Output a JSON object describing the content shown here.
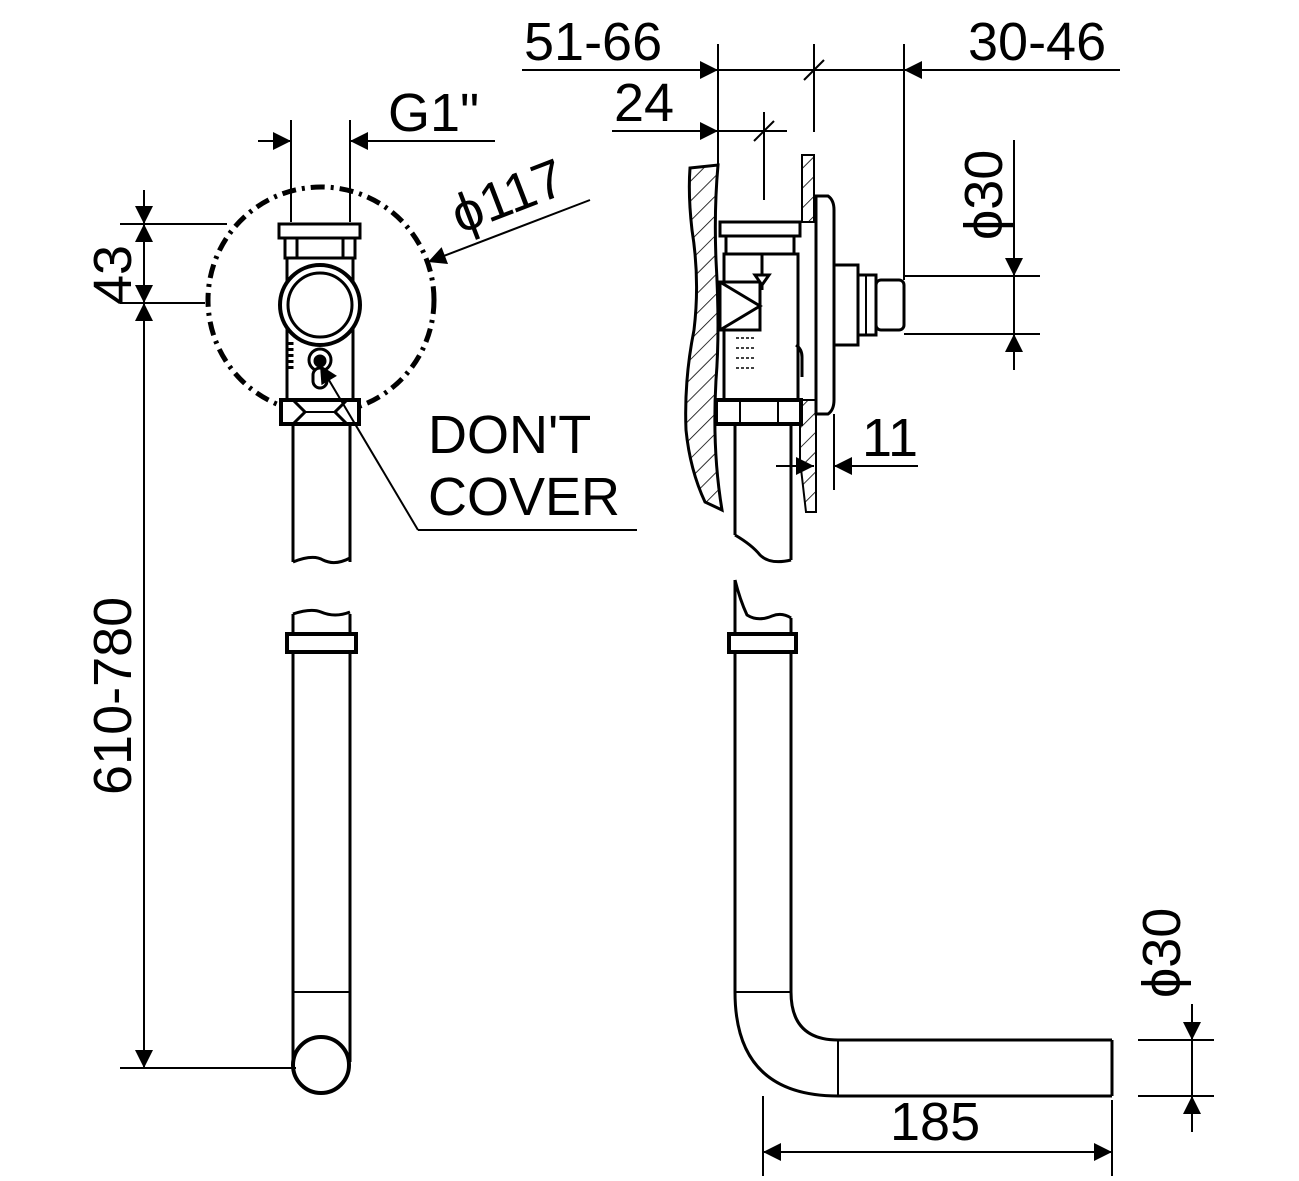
{
  "labels": {
    "g1": "G1\"",
    "dia_circle": "ϕ117",
    "h_43": "43",
    "h_total": "610-780",
    "dont": "DON'T",
    "cover": "COVER",
    "top_5166": "51-66",
    "top_3046": "30-46",
    "top_24": "24",
    "dia_30_top": "ϕ30",
    "d_11": "11",
    "dia_30_bottom": "ϕ30",
    "len_185": "185"
  },
  "colors": {
    "line": "#000000",
    "background": "#ffffff"
  }
}
